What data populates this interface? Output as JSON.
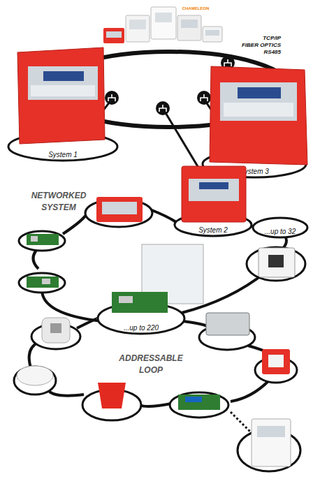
{
  "diagram": {
    "nodes": [
      {
        "text": [
          "System 1"
        ]
      },
      {
        "text": [
          "System 3"
        ]
      },
      {
        "text": [
          "System 2"
        ]
      },
      {
        "text": [
          "...up to 32"
        ]
      },
      {
        "text": [
          "...up to 220"
        ]
      }
    ],
    "edges": [
      {
        "from": 2,
        "to": 3,
        "arrow": "none"
      }
    ],
    "labels": [
      "CHAMELEON",
      "TCP/IP",
      "FIBER OPTICS",
      "RS485",
      "NETWORKED SYSTEM",
      "ADDRESSABLE LOOP"
    ]
  }
}
